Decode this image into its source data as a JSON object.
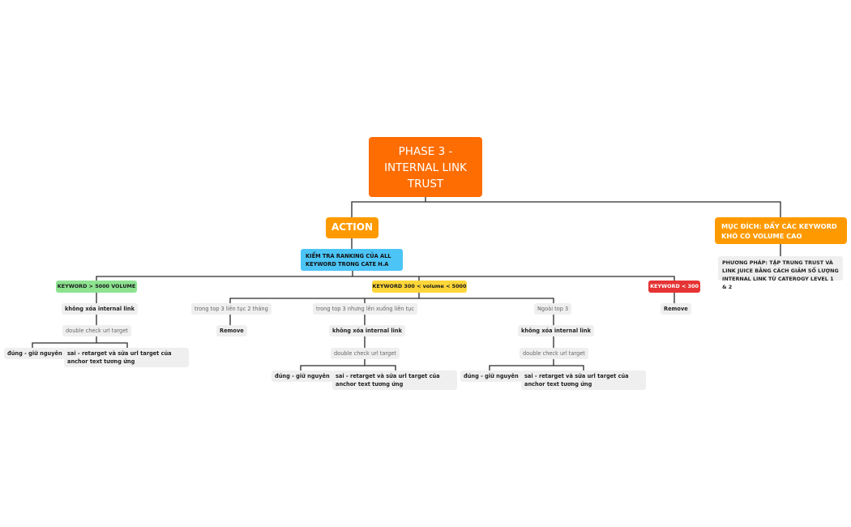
{
  "mindmap": {
    "central": "PHASE 3 - INTERNAL LINK TRUST",
    "action": "ACTION",
    "purpose": "MỤC ĐÍCH: ĐẨY CÁC KEYWORD KHÓ CÓ VOLUME CAO",
    "method": "PHƯƠNG PHÁP: TẬP TRUNG TRUST VÀ LINK JUICE BẰNG CÁCH GIẢM SỐ LƯỢNG INTERNAL LINK TỪ CATEROGY LEVEL 1 & 2",
    "check": "KIỂM TRA RANKING CỦA ALL KEYWORD TRONG CATE H.A",
    "cat_high": {
      "label": "KEYWORD > 5000 VOLUME",
      "keep": "không xóa internal link",
      "check_url": "double check url target",
      "correct": "đúng - giữ nguyên",
      "wrong": "sai - retarget và sửa url target của anchor text tương ứng"
    },
    "cat_mid": {
      "label": "KEYWORD 300 < volume < 5000",
      "top3_stable": {
        "label": "trong top 3 liên tục 2 tháng",
        "action": "Remove"
      },
      "top3_unstable": {
        "label": "trong top 3 nhưng lên xuống liên tục",
        "keep": "không xóa internal link",
        "check_url": "double check url target",
        "correct": "đúng - giữ nguyên",
        "wrong": "sai - retarget và sửa url target của anchor text tương ứng"
      },
      "outside_top3": {
        "label": "Ngoài top 3",
        "keep": "không xóa internal link",
        "check_url": "double check url target",
        "correct": "đúng - giữ nguyên",
        "wrong": "sai - retarget và sửa url target của anchor text tương ứng"
      }
    },
    "cat_low": {
      "label": "KEYWORD < 300",
      "action": "Remove"
    }
  },
  "colors": {
    "central": "#fe6d02",
    "branch": "#fe9a00",
    "blue": "#4cc4f5",
    "green": "#8ee391",
    "yellow": "#fdd63a",
    "red": "#e63333",
    "gray": "#efefef",
    "line": "#2a2a2a"
  }
}
